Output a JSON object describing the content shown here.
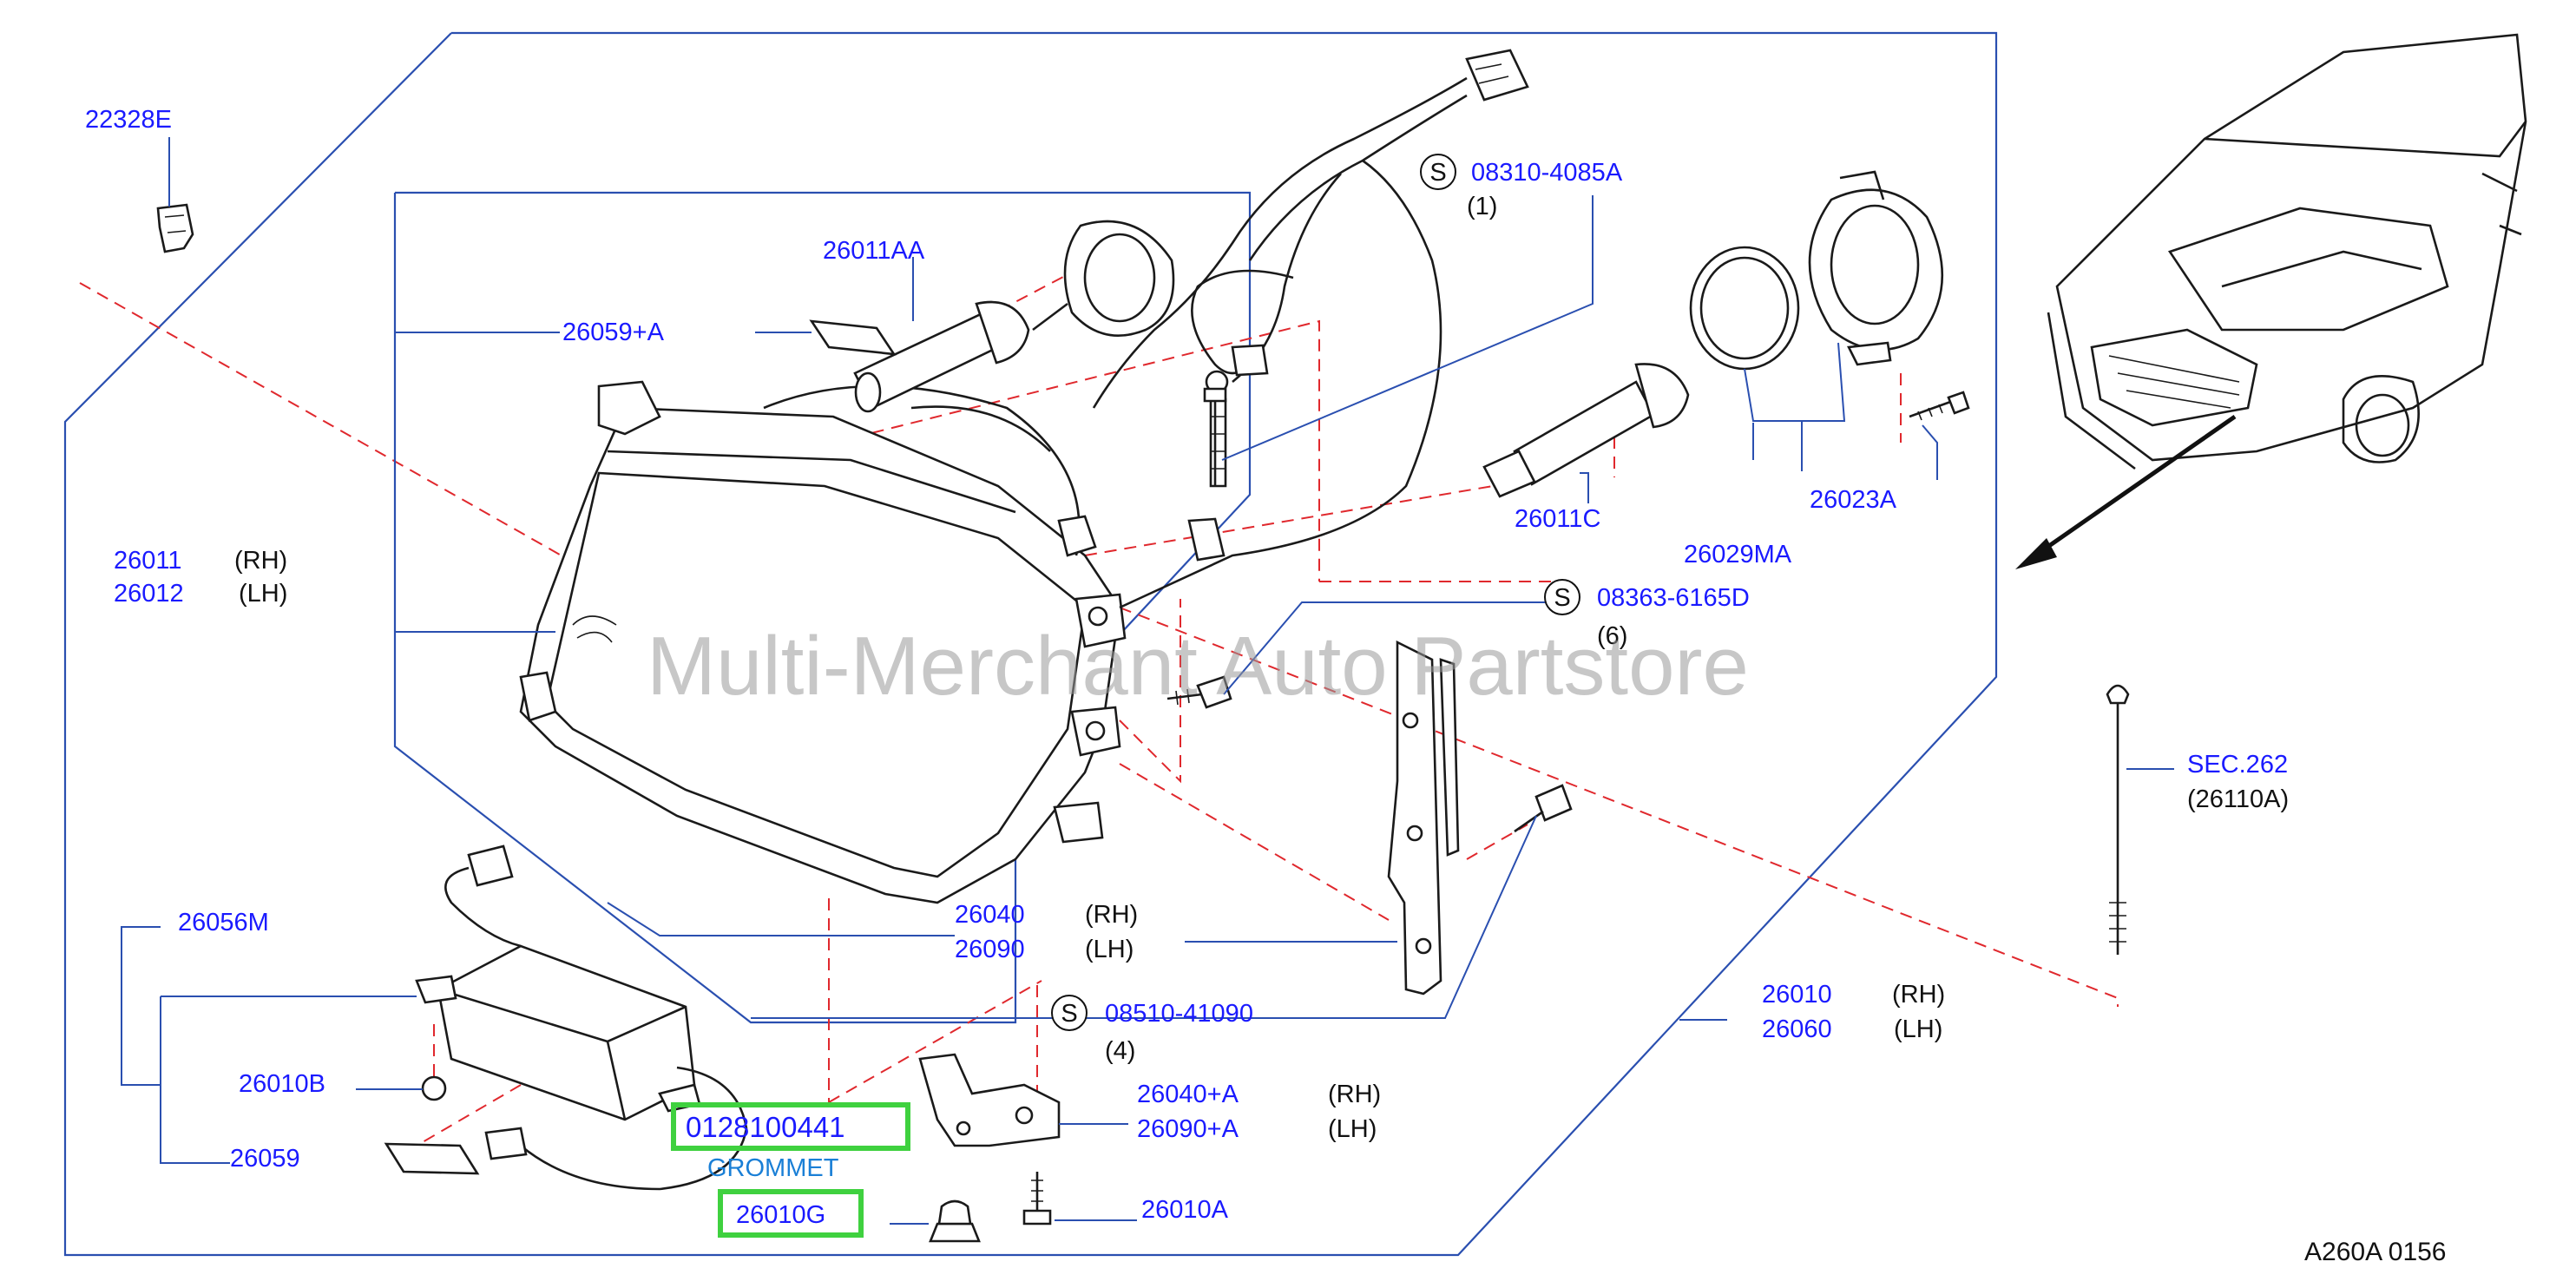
{
  "watermark": "Multi-Merchant Auto Partstore",
  "diagram_ref": "A260A  0156",
  "parts": {
    "p22328E": "22328E",
    "p26011AA": "26011AA",
    "p26059A": "26059+A",
    "p26011": "26011",
    "p26012": "26012",
    "p26056M": "26056M",
    "p26010B": "26010B",
    "p26059": "26059",
    "p26040": "26040",
    "p26090": "26090",
    "p26040A": "26040+A",
    "p26090A": "26090+A",
    "p26010A": "26010A",
    "p26010G": "26010G",
    "p0128100441": "0128100441",
    "p26011C": "26011C",
    "p26029MA": "26029MA",
    "p26023A": "26023A",
    "p26010": "26010",
    "p26060": "26060",
    "sec262": "SEC.262",
    "sec262sub": "(26110A)"
  },
  "screws": {
    "s1": {
      "symbol": "S",
      "number": "08310-4085A",
      "qty": "(1)"
    },
    "s2": {
      "symbol": "S",
      "number": "08363-6165D",
      "qty": "(6)"
    },
    "s3": {
      "symbol": "S",
      "number": "08510-41090",
      "qty": "(4)"
    }
  },
  "sides": {
    "rh": "(RH)",
    "lh": "(LH)"
  },
  "grommet_label": "GROMMET"
}
